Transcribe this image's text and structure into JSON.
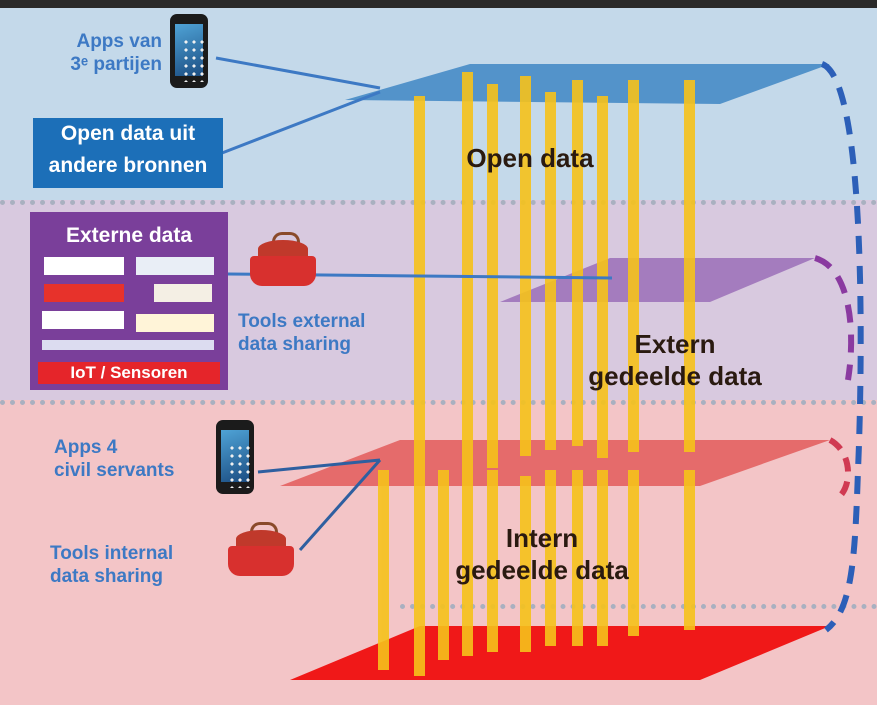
{
  "labels": {
    "apps_third_party": "Apps van\n3ᵉ partijen",
    "open_data_sources": "Open data uit\nandere bronnen",
    "open_data": "Open data",
    "externe_data": "Externe data",
    "iot": "IoT / Sensoren",
    "tools_external": "Tools external\ndata sharing",
    "extern_gedeelde": "Extern\ngedeelde data",
    "apps_civil": "Apps 4\ncivil servants",
    "tools_internal": "Tools internal\ndata sharing",
    "intern_gedeelde": "Intern\ngedeelde data"
  },
  "colors": {
    "band_open": "#c4d9ea",
    "band_extern": "#d8c9df",
    "band_intern": "#f3c5c7",
    "plane_open": "#3f86c4",
    "plane_extern": "#9b6fb8",
    "plane_intern_top": "#e25a5a",
    "plane_intern_bottom": "#f01818",
    "pillar": "#f6c21b",
    "label_blue": "#3d79c4",
    "open_box": "#1c6fb8",
    "extern_box": "#7a3f9a",
    "iot_box": "#e5252a"
  },
  "icons": {
    "phone_top": "smartphone-icon",
    "phone_mid": "smartphone-icon",
    "toolbox_external": "toolbox-icon",
    "toolbox_internal": "toolbox-icon"
  }
}
